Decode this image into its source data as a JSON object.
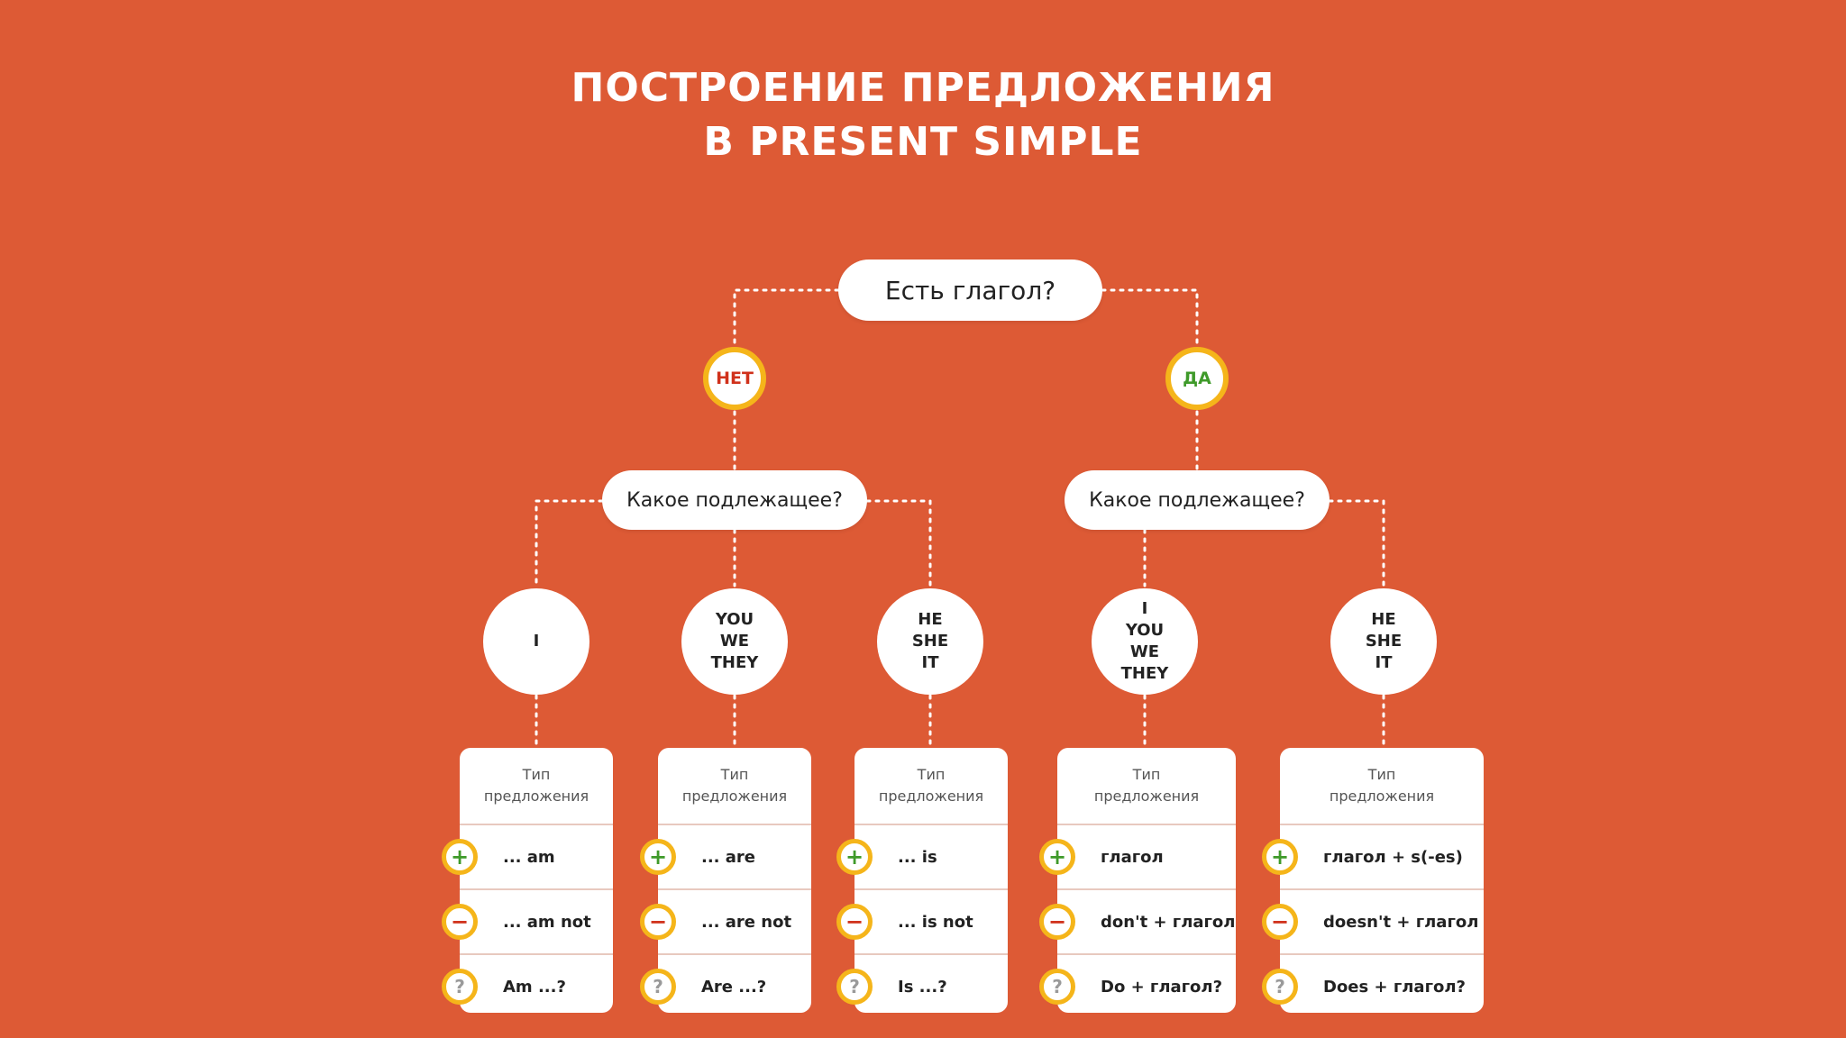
{
  "title": {
    "line1": "ПОСТРОЕНИЕ ПРЕДЛОЖЕНИЯ",
    "line2": "В PRESENT SIMPLE"
  },
  "root": {
    "label": "Есть глагол?"
  },
  "branches": {
    "no": {
      "label": "НЕТ",
      "color": "#d0311b",
      "question": "Какое подлежащее?"
    },
    "yes": {
      "label": "ДА",
      "color": "#3f9a2a",
      "question": "Какое подлежащее?"
    }
  },
  "subjects": [
    {
      "text": "I"
    },
    {
      "text": "YOU\nWE\nTHEY"
    },
    {
      "text": "HE\nSHE\nIT"
    },
    {
      "text": "I\nYOU\nWE\nTHEY"
    },
    {
      "text": "HE\nSHE\nIT"
    }
  ],
  "cards": [
    {
      "header": "Тип\nпредложения",
      "positive": "... am",
      "negative": "... am not",
      "question": "Am ...?"
    },
    {
      "header": "Тип\nпредложения",
      "positive": "... are",
      "negative": "... are not",
      "question": "Are ...?"
    },
    {
      "header": "Тип\nпредложения",
      "positive": "... is",
      "negative": "... is not",
      "question": "Is ...?"
    },
    {
      "header": "Тип\nпредложения",
      "positive": "глагол",
      "negative": "don't + глагол",
      "question": "Do + глагол?"
    },
    {
      "header": "Тип\nпредложения",
      "positive": "глагол + s(-es)",
      "negative": "doesn't + глагол",
      "question": "Does + глагол?"
    }
  ],
  "icons": {
    "plus": {
      "glyph": "+",
      "name": "plus-icon",
      "color": "#3f9a2a"
    },
    "minus": {
      "glyph": "−",
      "name": "minus-icon",
      "color": "#d0311b"
    },
    "question": {
      "glyph": "?",
      "name": "question-mark-icon",
      "color": "#9a9a9a"
    }
  },
  "colors": {
    "background": "#dd5a35",
    "accent_ring": "#f5b51a",
    "connector": "#ffffff"
  }
}
